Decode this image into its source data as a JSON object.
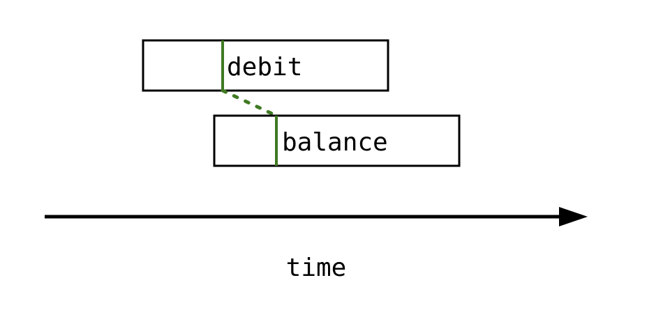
{
  "diagram": {
    "boxes": [
      {
        "id": "debit",
        "label": "debit"
      },
      {
        "id": "balance",
        "label": "balance"
      }
    ],
    "axis_label": "time",
    "colors": {
      "stroke": "#000000",
      "marker": "#3f7a22",
      "background": "#ffffff"
    }
  }
}
